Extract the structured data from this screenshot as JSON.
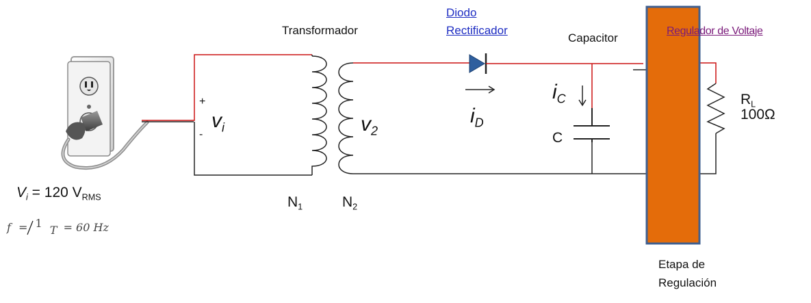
{
  "labels": {
    "transformer": "Transformador",
    "diode_line1": "Diodo",
    "diode_line2": "Rectificador",
    "capacitor": "Capacitor",
    "regulator": "Regulador de Voltaje",
    "stage_line1": "Etapa de",
    "stage_line2": "Regulación",
    "plus": "+",
    "minus": "-",
    "vi_main": "v",
    "vi_sub": "i",
    "v2_main": "v",
    "v2_sub": "2",
    "iD_main": "i",
    "iD_sub": "D",
    "iC_main": "i",
    "iC_sub": "C",
    "cap_name": "C",
    "rl_main": "R",
    "rl_sub": "L",
    "rl_value": "100Ω",
    "n1_main": "N",
    "n1_sub": "1",
    "n2_main": "N",
    "n2_sub": "2",
    "source_v": "V",
    "source_sub": "i",
    "source_eq": "= 120 V",
    "source_unit": "RMS",
    "freq_f": "f",
    "freq_eq": "=",
    "freq_num": "1",
    "freq_den": "T",
    "freq_val": "= 60 Hz"
  },
  "colors": {
    "wire_black": "#222222",
    "wire_red": "#cc1111",
    "diode": "#2f5f9e",
    "regulator_fill": "#e46c0a",
    "regulator_border": "#3f5f8f",
    "outlet_plate": "#ececec"
  },
  "icons": {
    "outlet": "wall-outlet-icon",
    "plug": "power-plug-icon"
  }
}
